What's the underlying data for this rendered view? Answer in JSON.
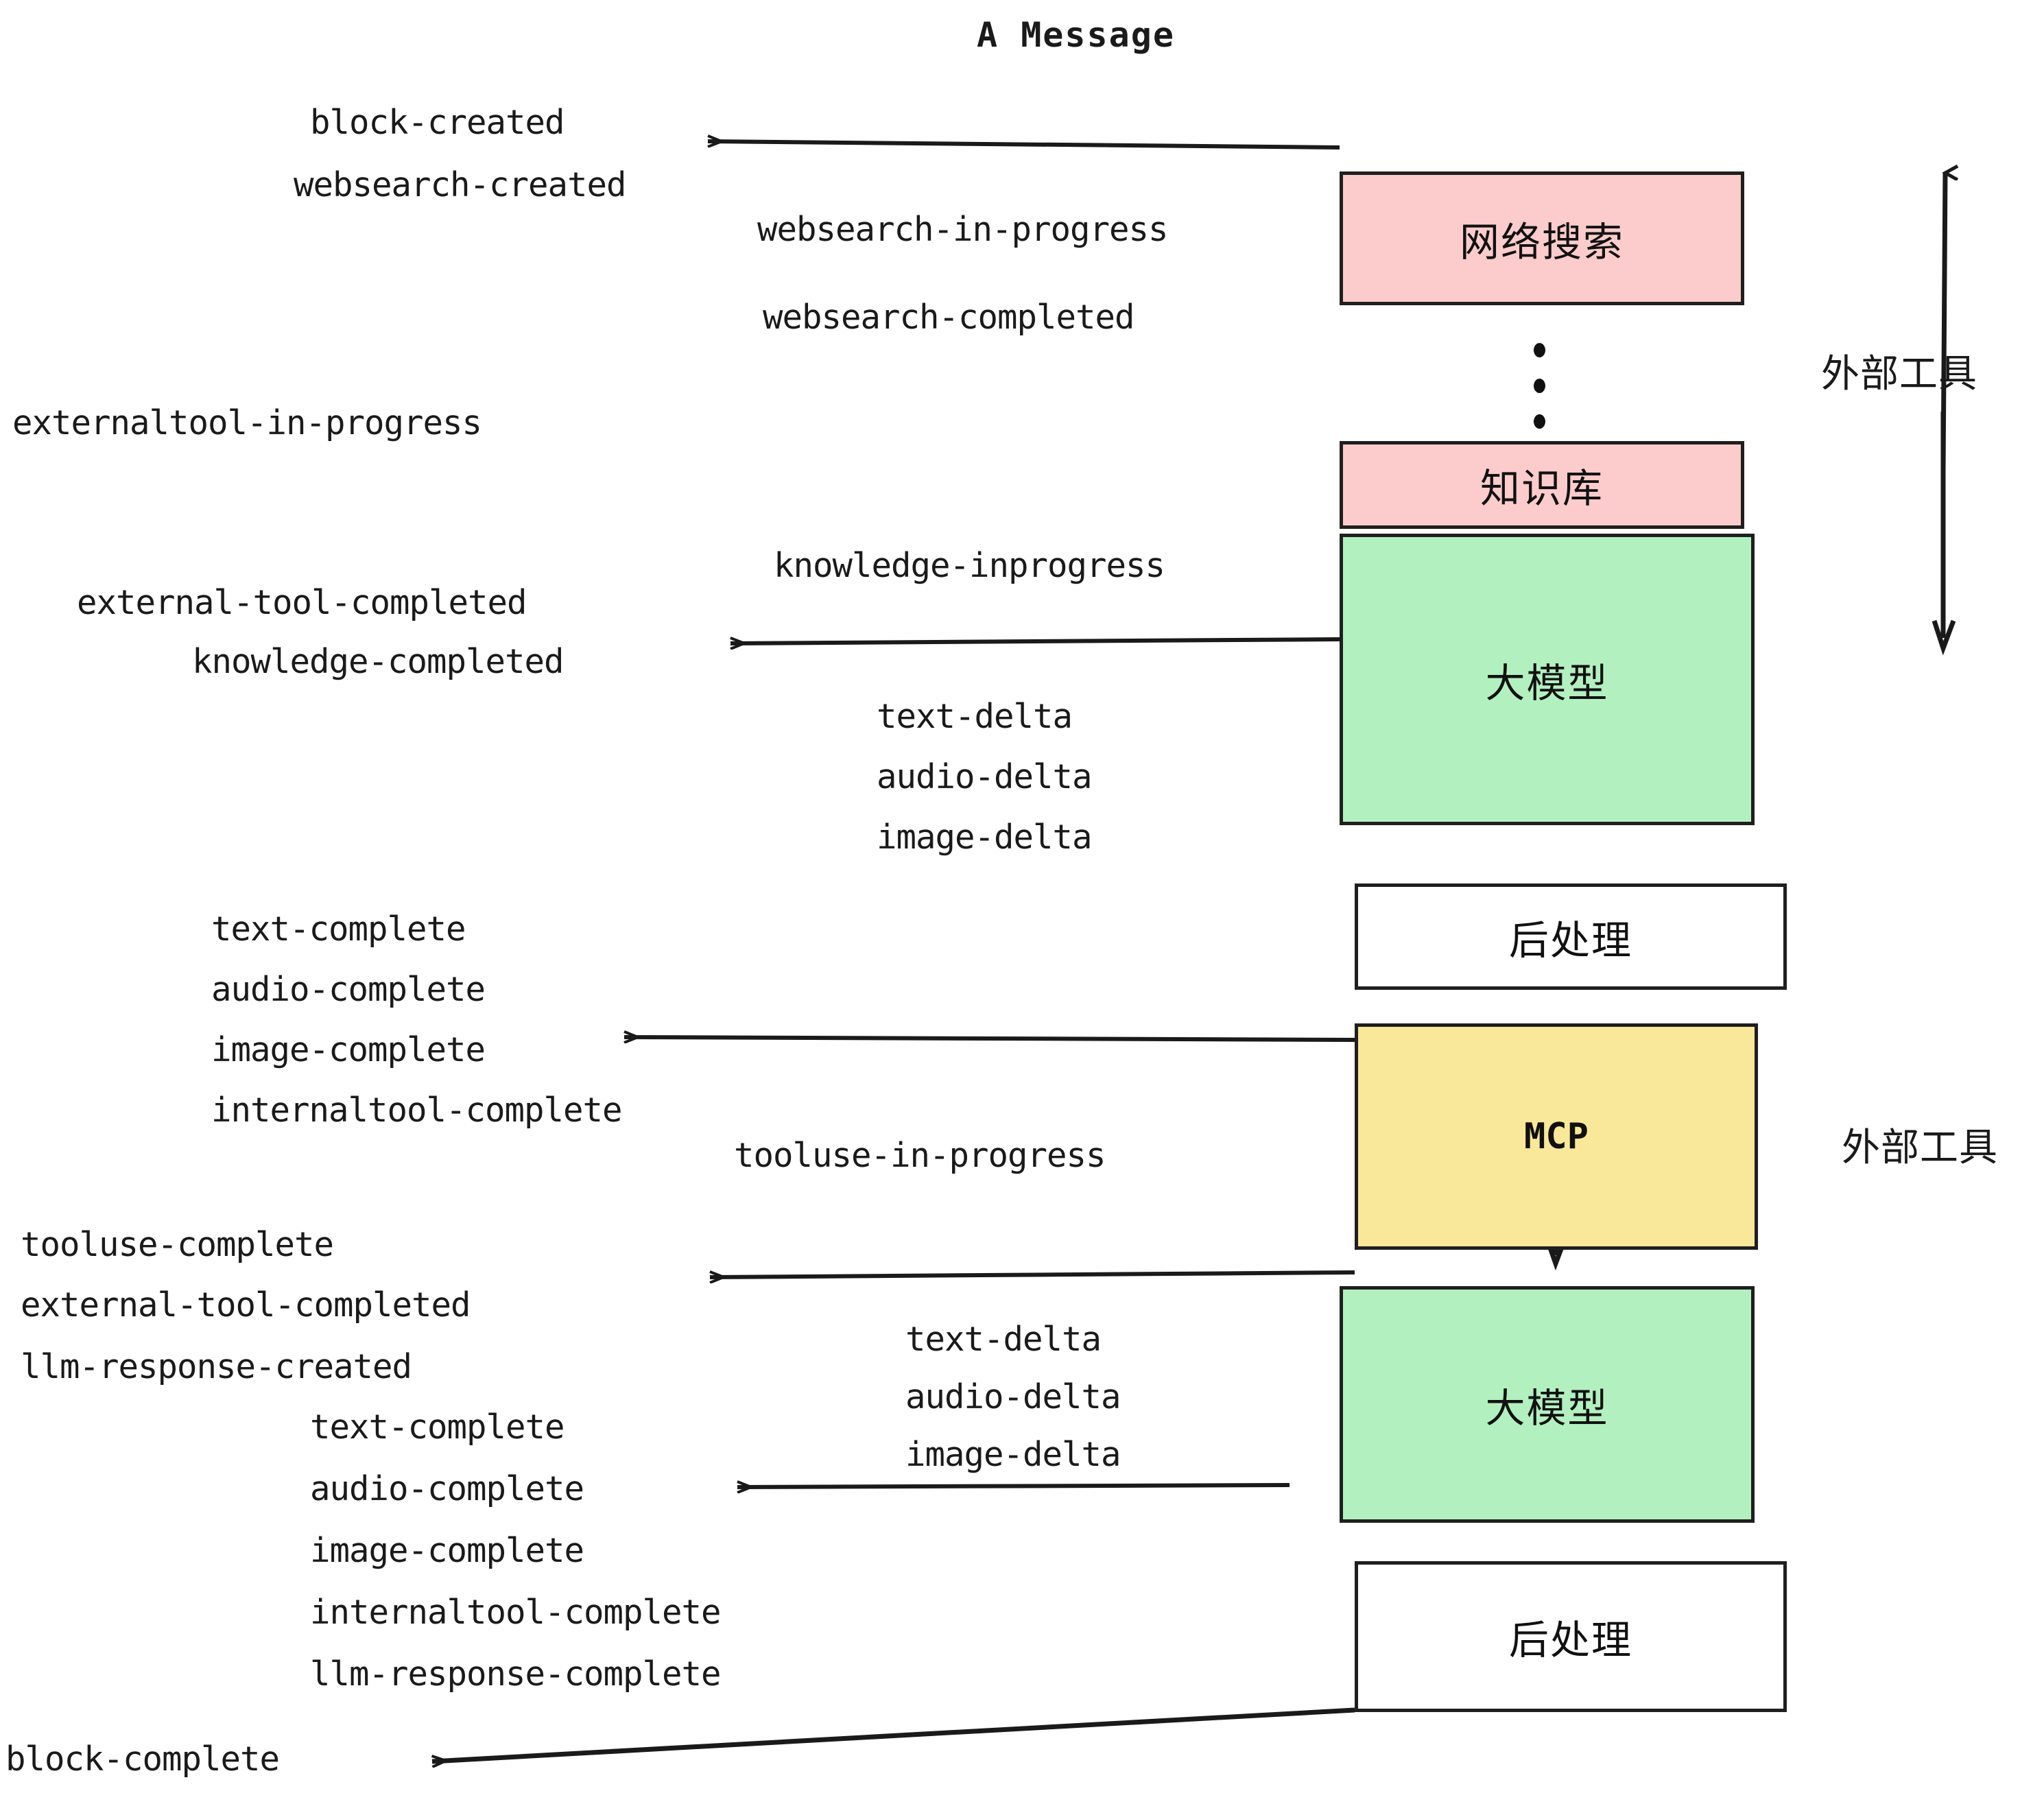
{
  "title": "A Message",
  "colors": {
    "pink": "#fccccc",
    "green": "#b3f0c0",
    "yellow": "#fae89a",
    "white": "#ffffff",
    "stroke": "#1f1f1f",
    "text": "#1a1a1a"
  },
  "nodes": [
    {
      "id": "websearch",
      "label": "网络搜索",
      "fill": "#fccccc"
    },
    {
      "id": "knowledge",
      "label": "知识库",
      "fill": "#fccccc"
    },
    {
      "id": "llm-1",
      "label": "大模型",
      "fill": "#b3f0c0"
    },
    {
      "id": "postprocess-1",
      "label": "后处理",
      "fill": "#ffffff"
    },
    {
      "id": "mcp",
      "label": "MCP",
      "fill": "#fae89a"
    },
    {
      "id": "llm-2",
      "label": "大模型",
      "fill": "#b3f0c0"
    },
    {
      "id": "postprocess-2",
      "label": "后处理",
      "fill": "#ffffff"
    }
  ],
  "side_labels": [
    {
      "id": "external-tools-top",
      "text": "外部工具"
    },
    {
      "id": "external-tools-bottom",
      "text": "外部工具"
    }
  ],
  "events": [
    {
      "id": "block-created",
      "text": "block-created"
    },
    {
      "id": "websearch-created",
      "text": "websearch-created"
    },
    {
      "id": "websearch-in-progress",
      "text": "websearch-in-progress"
    },
    {
      "id": "websearch-completed",
      "text": "websearch-completed"
    },
    {
      "id": "externaltool-in-progress",
      "text": "externaltool-in-progress"
    },
    {
      "id": "knowledge-inprogress",
      "text": "knowledge-inprogress"
    },
    {
      "id": "external-tool-completed-1",
      "text": "external-tool-completed"
    },
    {
      "id": "knowledge-completed",
      "text": "knowledge-completed"
    },
    {
      "id": "text-delta-1",
      "text": "text-delta"
    },
    {
      "id": "audio-delta-1",
      "text": "audio-delta"
    },
    {
      "id": "image-delta-1",
      "text": "image-delta"
    },
    {
      "id": "text-complete-1",
      "text": "text-complete"
    },
    {
      "id": "audio-complete-1",
      "text": "audio-complete"
    },
    {
      "id": "image-complete-1",
      "text": "image-complete"
    },
    {
      "id": "internaltool-complete-1",
      "text": "internaltool-complete"
    },
    {
      "id": "tooluse-in-progress",
      "text": "tooluse-in-progress"
    },
    {
      "id": "tooluse-complete",
      "text": "tooluse-complete"
    },
    {
      "id": "external-tool-completed-2",
      "text": "external-tool-completed"
    },
    {
      "id": "llm-response-created",
      "text": "llm-response-created"
    },
    {
      "id": "text-delta-2",
      "text": "text-delta"
    },
    {
      "id": "audio-delta-2",
      "text": "audio-delta"
    },
    {
      "id": "image-delta-2",
      "text": "image-delta"
    },
    {
      "id": "text-complete-2",
      "text": "text-complete"
    },
    {
      "id": "audio-complete-2",
      "text": "audio-complete"
    },
    {
      "id": "image-complete-2",
      "text": "image-complete"
    },
    {
      "id": "internaltool-complete-2",
      "text": "internaltool-complete"
    },
    {
      "id": "llm-response-complete",
      "text": "llm-response-complete"
    },
    {
      "id": "block-complete",
      "text": "block-complete"
    }
  ]
}
